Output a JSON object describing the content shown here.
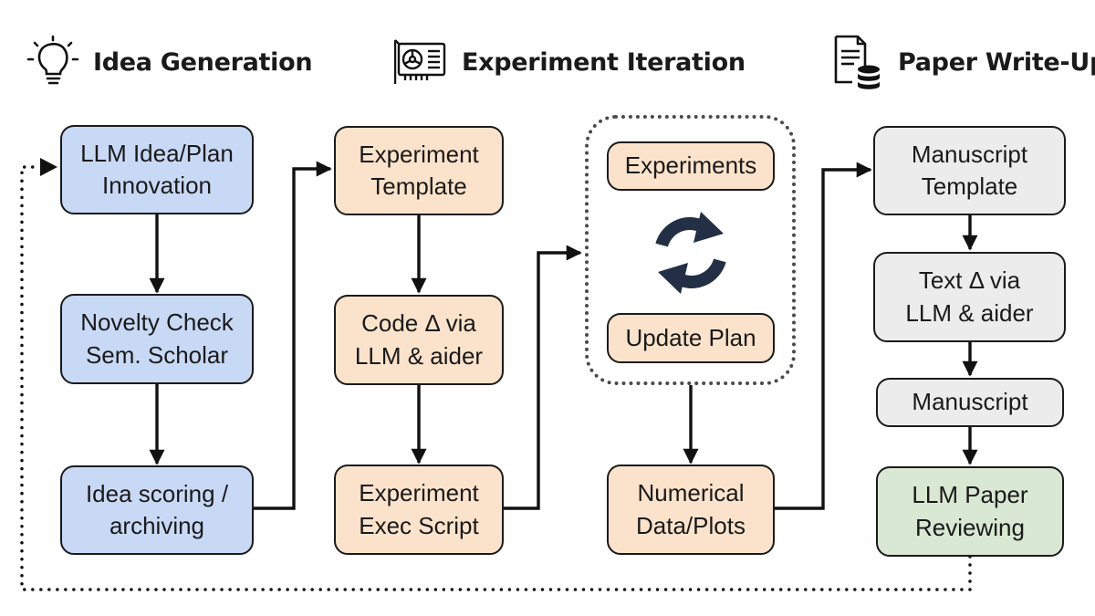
{
  "columns": {
    "idea": {
      "title": "Idea Generation",
      "icon": "lightbulb-icon"
    },
    "experiment": {
      "title": "Experiment Iteration",
      "icon": "gpu-card-icon"
    },
    "paper": {
      "title": "Paper Write-Up",
      "icon": "document-database-icon"
    }
  },
  "nodes": {
    "llm_idea_plan": "LLM Idea/Plan\nInnovation",
    "novelty_check": "Novelty Check\nSem. Scholar",
    "idea_scoring": "Idea scoring /\narchiving",
    "experiment_template": "Experiment\nTemplate",
    "code_delta": "Code Δ via\nLLM & aider",
    "exec_script": "Experiment\nExec Script",
    "experiments": "Experiments",
    "update_plan": "Update Plan",
    "numerical_data": "Numerical\nData/Plots",
    "manuscript_template": "Manuscript\nTemplate",
    "text_delta": "Text Δ via\nLLM & aider",
    "manuscript": "Manuscript",
    "paper_reviewing": "LLM Paper\nReviewing"
  },
  "loop": {
    "icon": "refresh-cycle-icon"
  },
  "colors": {
    "idea_fill": "#c8d9f6",
    "experiment_fill": "#fbe3cb",
    "paper_fill": "#ececec",
    "review_fill": "#d8e8d2",
    "stroke": "#1b1b1b",
    "cycle_icon": "#232f44"
  }
}
